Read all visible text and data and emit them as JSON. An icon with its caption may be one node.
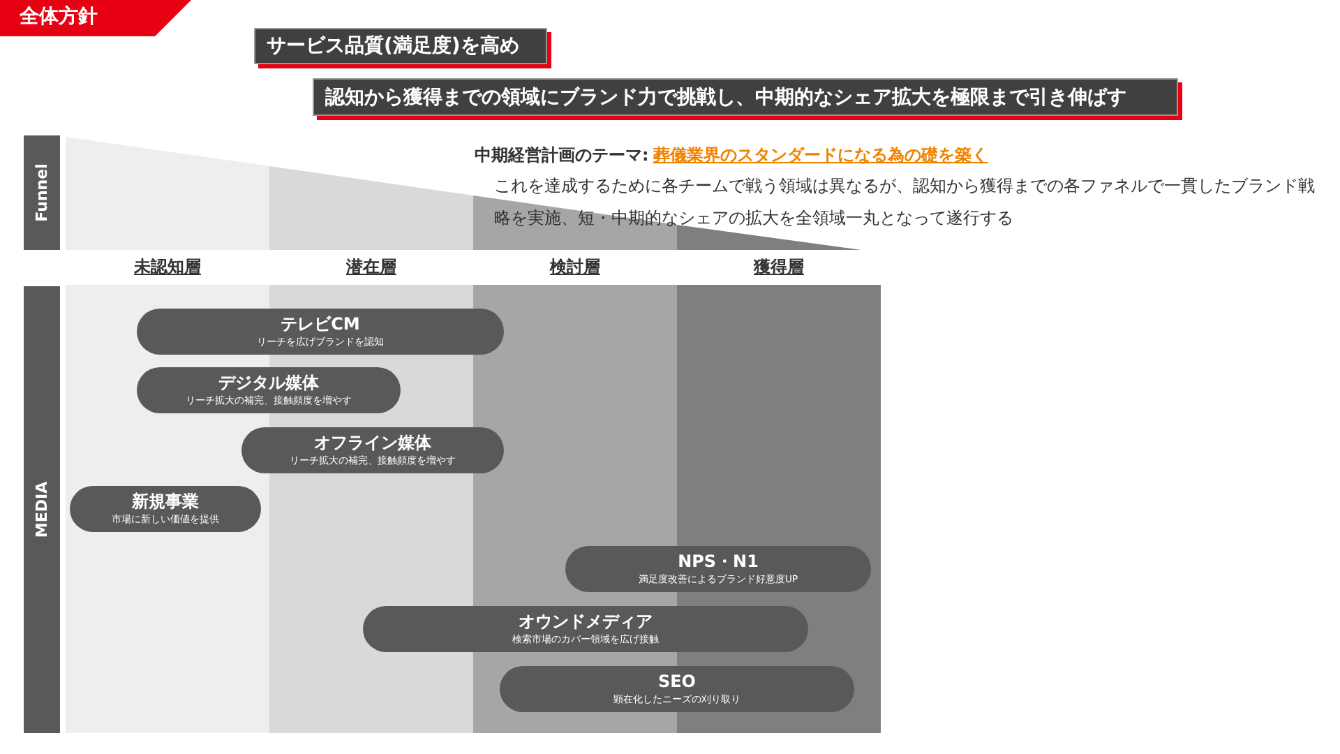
{
  "diagram": {
    "title": "全体方針",
    "nodes": [
      {
        "text": [
          "サービス品質(満足度)を高め"
        ]
      },
      {
        "text": [
          "認知から獲得までの領域にブランド力で挑戦し、中期的なシェア拡大を極限まで引き伸ばす"
        ]
      },
      {
        "text": [
          "Funnel"
        ]
      },
      {
        "text": [
          "MEDIA"
        ]
      },
      {
        "text": [
          "未認知層"
        ]
      },
      {
        "text": [
          "潜在層"
        ]
      },
      {
        "text": [
          "検討層"
        ]
      },
      {
        "text": [
          "獲得層"
        ]
      },
      {
        "text": [
          "テレビCM",
          "リーチを広げブランドを認知"
        ]
      },
      {
        "text": [
          "デジタル媒体",
          "リーチ拡大の補完、接触頻度を増やす"
        ]
      },
      {
        "text": [
          "オフライン媒体",
          "リーチ拡大の補完、接触頻度を増やす"
        ]
      },
      {
        "text": [
          "新規事業",
          "市場に新しい価値を提供"
        ],
        "in": 4
      },
      {
        "text": [
          "NPS・N1",
          "満足度改善によるブランド好意度UP"
        ]
      },
      {
        "text": [
          "オウンドメディア",
          "検索市場のカバー領域を広げ接触"
        ]
      },
      {
        "text": [
          "SEO",
          "顕在化したニーズの刈り取り"
        ]
      }
    ],
    "labels": [
      "中期経営計画のテーマ:",
      "葬儀業界のスタンダードになる為の礎を築く",
      "これを達成するために各チームで戦う領域は異なるが、認知から獲得までの各ファネルで一貫したブランド戦略を実施、短・中期的なシェアの拡大を全領域一丸となって遂行する"
    ]
  }
}
